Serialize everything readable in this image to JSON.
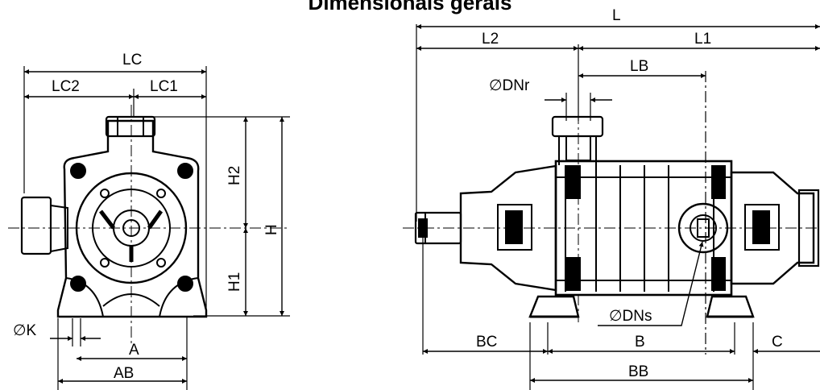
{
  "title": "Dimensionais gerais",
  "side_view": {
    "labels": {
      "LC": "LC",
      "LC2": "LC2",
      "LC1": "LC1",
      "H2": "H2",
      "H": "H",
      "H1": "H1",
      "K": "∅K",
      "A": "A",
      "AB": "AB"
    }
  },
  "front_view": {
    "labels": {
      "L": "L",
      "L2": "L2",
      "L1": "L1",
      "LB": "LB",
      "DNr": "∅DNr",
      "DNs": "∅DNs",
      "BC": "BC",
      "B": "B",
      "C": "C",
      "BB": "BB"
    }
  },
  "colors": {
    "ink": "#000000",
    "background": "#ffffff"
  }
}
